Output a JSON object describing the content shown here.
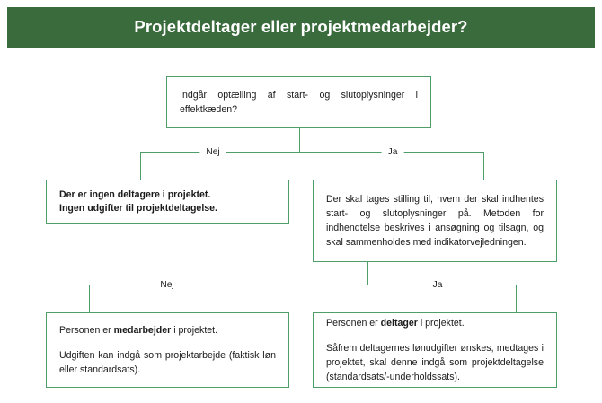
{
  "header": {
    "title": "Projektdeltager eller projektmedarbejder?",
    "background_color": "#3a6b3d",
    "text_color": "#ffffff"
  },
  "theme": {
    "border_color": "#4f9d69",
    "connector_color": "#4f9d69",
    "page_background": "#ffffff",
    "text_color": "#1a1a1a"
  },
  "flowchart": {
    "type": "decision-tree",
    "question": {
      "id": "q1",
      "text": "Indgår optælling af start- og slutoplysninger i effektkæden?"
    },
    "branch1": {
      "no_label": "Nej",
      "yes_label": "Ja"
    },
    "branch2": {
      "no_label": "Nej",
      "yes_label": "Ja"
    },
    "no_outcome": {
      "id": "no1",
      "line1": "Der er ingen deltagere i projektet.",
      "line2": "Ingen udgifter til projektdeltagelse."
    },
    "yes_outcome": {
      "id": "yes1",
      "text": "Der skal tages stilling til, hvem der skal indhentes start- og slutoplysninger på. Metoden for indhendtelse beskrives i ansøgning og tilsagn, og skal sammenholdes med indikatorvejledningen."
    },
    "medarbejder_outcome": {
      "id": "medarbejder",
      "para1_pre": "Personen er ",
      "para1_bold": "medarbejder",
      "para1_post": " i projektet.",
      "para2": "Udgiften kan indgå som projektarbejde (faktisk løn eller standardsats)."
    },
    "deltager_outcome": {
      "id": "deltager",
      "para1_pre": "Personen er ",
      "para1_bold": "deltager",
      "para1_post": " i projektet.",
      "para2": "Såfrem deltagernes lønudgifter ønskes, medtages i projektet, skal denne indgå som projektdeltagelse (standardsats/-underholdssats)."
    }
  }
}
